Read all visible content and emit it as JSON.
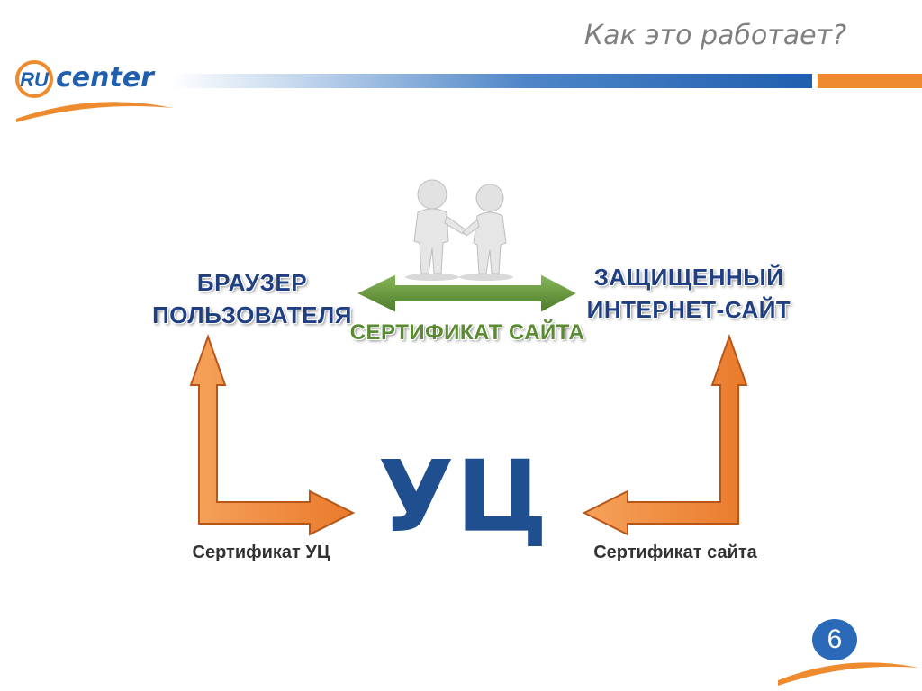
{
  "header": {
    "title": "Как это работает?",
    "logo_text_ru": "RU",
    "logo_text_center": "center"
  },
  "colors": {
    "brand_blue": "#1f5fae",
    "brand_orange": "#ee8b2f",
    "label_blue": "#1f3f82",
    "arrow_green": "#5f8d37",
    "arrow_orange": "#f0873a"
  },
  "diagram": {
    "browser_label": [
      "БРАУЗЕР",
      "ПОЛЬЗОВАТЕЛЯ"
    ],
    "website_label": [
      "ЗАЩИЩЕННЫЙ",
      "ИНТЕРНЕТ-САЙТ"
    ],
    "center_certificate": "СЕРТИФИКАТ САЙТА",
    "ca_label": "УЦ",
    "left_caption": "Сертификат УЦ",
    "right_caption": "Сертификат сайта",
    "illustration": "handshake-icon"
  },
  "footer": {
    "page_number": "6"
  }
}
